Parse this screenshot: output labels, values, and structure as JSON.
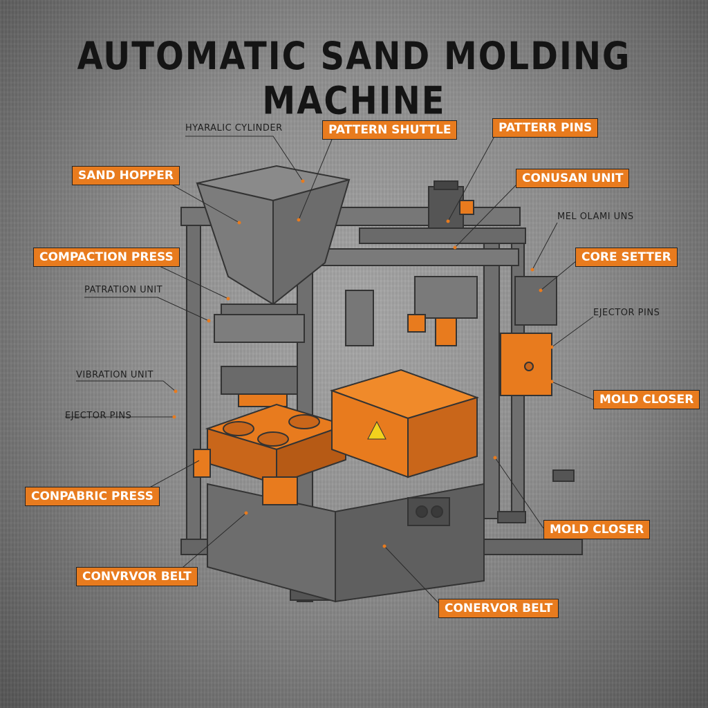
{
  "title": "AUTOMATIC SAND MOLDING MACHINE",
  "colors": {
    "accent": "#e87b1e",
    "steel": "#6f6f6f",
    "outline": "#3a3a3a",
    "background": "#8f8f8f"
  },
  "labels": {
    "hydraulic_cylinder": "HYARALIC CYLINDER",
    "pattern_shuttle": "PATTERN SHUTTLE",
    "pattern_pins": "PATTERR PINS",
    "sand_hopper": "SAND HOPPER",
    "condan_unit": "CONUSAN UNIT",
    "mold_draw_pins": "MEL OLAMI UNS",
    "compaction_press": "COMPACTION PRESS",
    "core_setter": "CORE SETTER",
    "patration_unit": "PATRATION UNIT",
    "ejector_pins_right": "EJECTOR PINS",
    "vibration_unit": "VIBRATION UNIT",
    "mold_closer_top": "MOLD CLOSER",
    "ejector_pins_left": "EJECTOR PINS",
    "conpabric_press": "CONPABRIC PRESS",
    "mold_closer_bottom": "MOLD CLOSER",
    "conveyor_belt_left": "CONVRVOR BELT",
    "conveyor_belt_bottom": "CONERVOR BELT"
  }
}
